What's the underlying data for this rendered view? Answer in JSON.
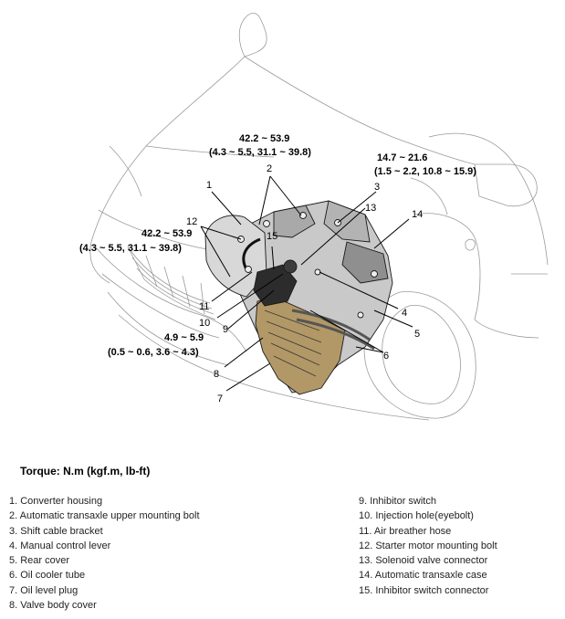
{
  "diagram": {
    "torque_specs": [
      {
        "line1": "42.2 ~ 53.9",
        "line2": "(4.3 ~ 5.5, 31.1 ~ 39.8)"
      },
      {
        "line1": "14.7 ~ 21.6",
        "line2": "(1.5 ~ 2.2, 10.8 ~ 15.9)"
      },
      {
        "line1": "42.2 ~ 53.9",
        "line2": "(4.3 ~ 5.5, 31.1 ~ 39.8)"
      },
      {
        "line1": "4.9 ~ 5.9",
        "line2": "(0.5 ~ 0.6, 3.6 ~ 4.3)"
      }
    ],
    "callouts": [
      "1",
      "2",
      "3",
      "4",
      "5",
      "6",
      "7",
      "8",
      "9",
      "10",
      "11",
      "12",
      "13",
      "14",
      "15"
    ]
  },
  "torque_units": "Torque:  N.m (kgf.m, lb-ft)",
  "legend": {
    "left": [
      "1. Converter housing",
      "2. Automatic transaxle upper mounting bolt",
      "3. Shift cable bracket",
      "4. Manual control lever",
      "5. Rear cover",
      "6. Oil cooler tube",
      "7. Oil level plug",
      "8. Valve body cover"
    ],
    "right": [
      "9. Inhibitor switch",
      "10. Injection hole(eyebolt)",
      "11. Air breather hose",
      "12. Starter motor mounting bolt",
      "13. Solenoid valve connector",
      "14. Automatic transaxle case",
      "15. Inhibitor switch connector"
    ]
  }
}
